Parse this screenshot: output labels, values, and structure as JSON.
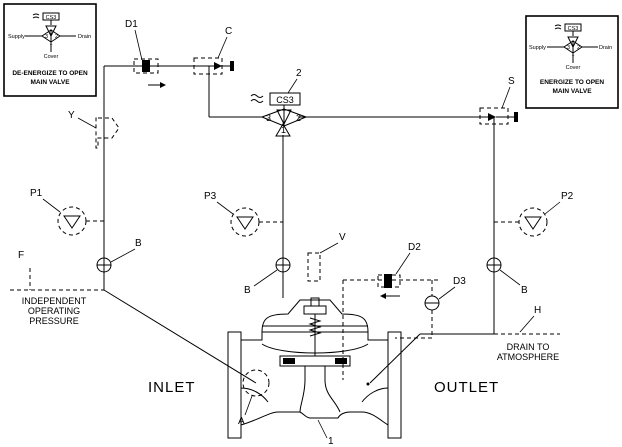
{
  "labels": {
    "d1": "D1",
    "c": "C",
    "two": "2",
    "s": "S",
    "y": "Y",
    "p1": "P1",
    "p2": "P2",
    "p3": "P3",
    "b_left": "B",
    "b_center": "B",
    "b_right": "B",
    "f": "F",
    "v": "V",
    "d2": "D2",
    "d3": "D3",
    "h": "H",
    "a": "A",
    "one": "1"
  },
  "solenoid": {
    "name": "CS3",
    "port1": "1",
    "port2": "2",
    "port3": "3"
  },
  "legend_left": {
    "solenoid": "CS3",
    "supply": "Supply",
    "drain": "Drain",
    "cover": "Cover",
    "port1": "1",
    "port2": "2",
    "port3": "3",
    "caption_line1": "DE-ENERGIZE TO OPEN",
    "caption_line2": "MAIN VALVE"
  },
  "legend_right": {
    "solenoid": "CS3",
    "supply": "Supply",
    "drain": "Drain",
    "cover": "Cover",
    "port1": "1",
    "port2": "2",
    "port3": "3",
    "caption_line1": "ENERGIZE TO OPEN",
    "caption_line2": "MAIN VALVE"
  },
  "notes": {
    "independent_line1": "INDEPENDENT",
    "independent_line2": "OPERATING",
    "independent_line3": "PRESSURE",
    "drain_line1": "DRAIN  TO",
    "drain_line2": "ATMOSPHERE"
  },
  "valve": {
    "inlet": "INLET",
    "outlet": "OUTLET"
  }
}
